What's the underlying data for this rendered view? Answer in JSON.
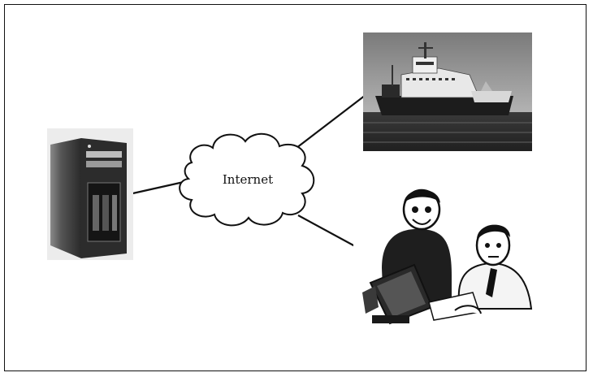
{
  "cloud": {
    "label": "Internet",
    "icon": "cloud-icon"
  },
  "nodes": [
    {
      "name": "server",
      "icon": "server-tower-icon"
    },
    {
      "name": "ship",
      "icon": "ship-photo"
    },
    {
      "name": "office-workers",
      "icon": "people-at-computer-clipart"
    }
  ],
  "colors": {
    "line": "#111111",
    "cloud_fill": "#ffffff",
    "background": "#ffffff"
  }
}
